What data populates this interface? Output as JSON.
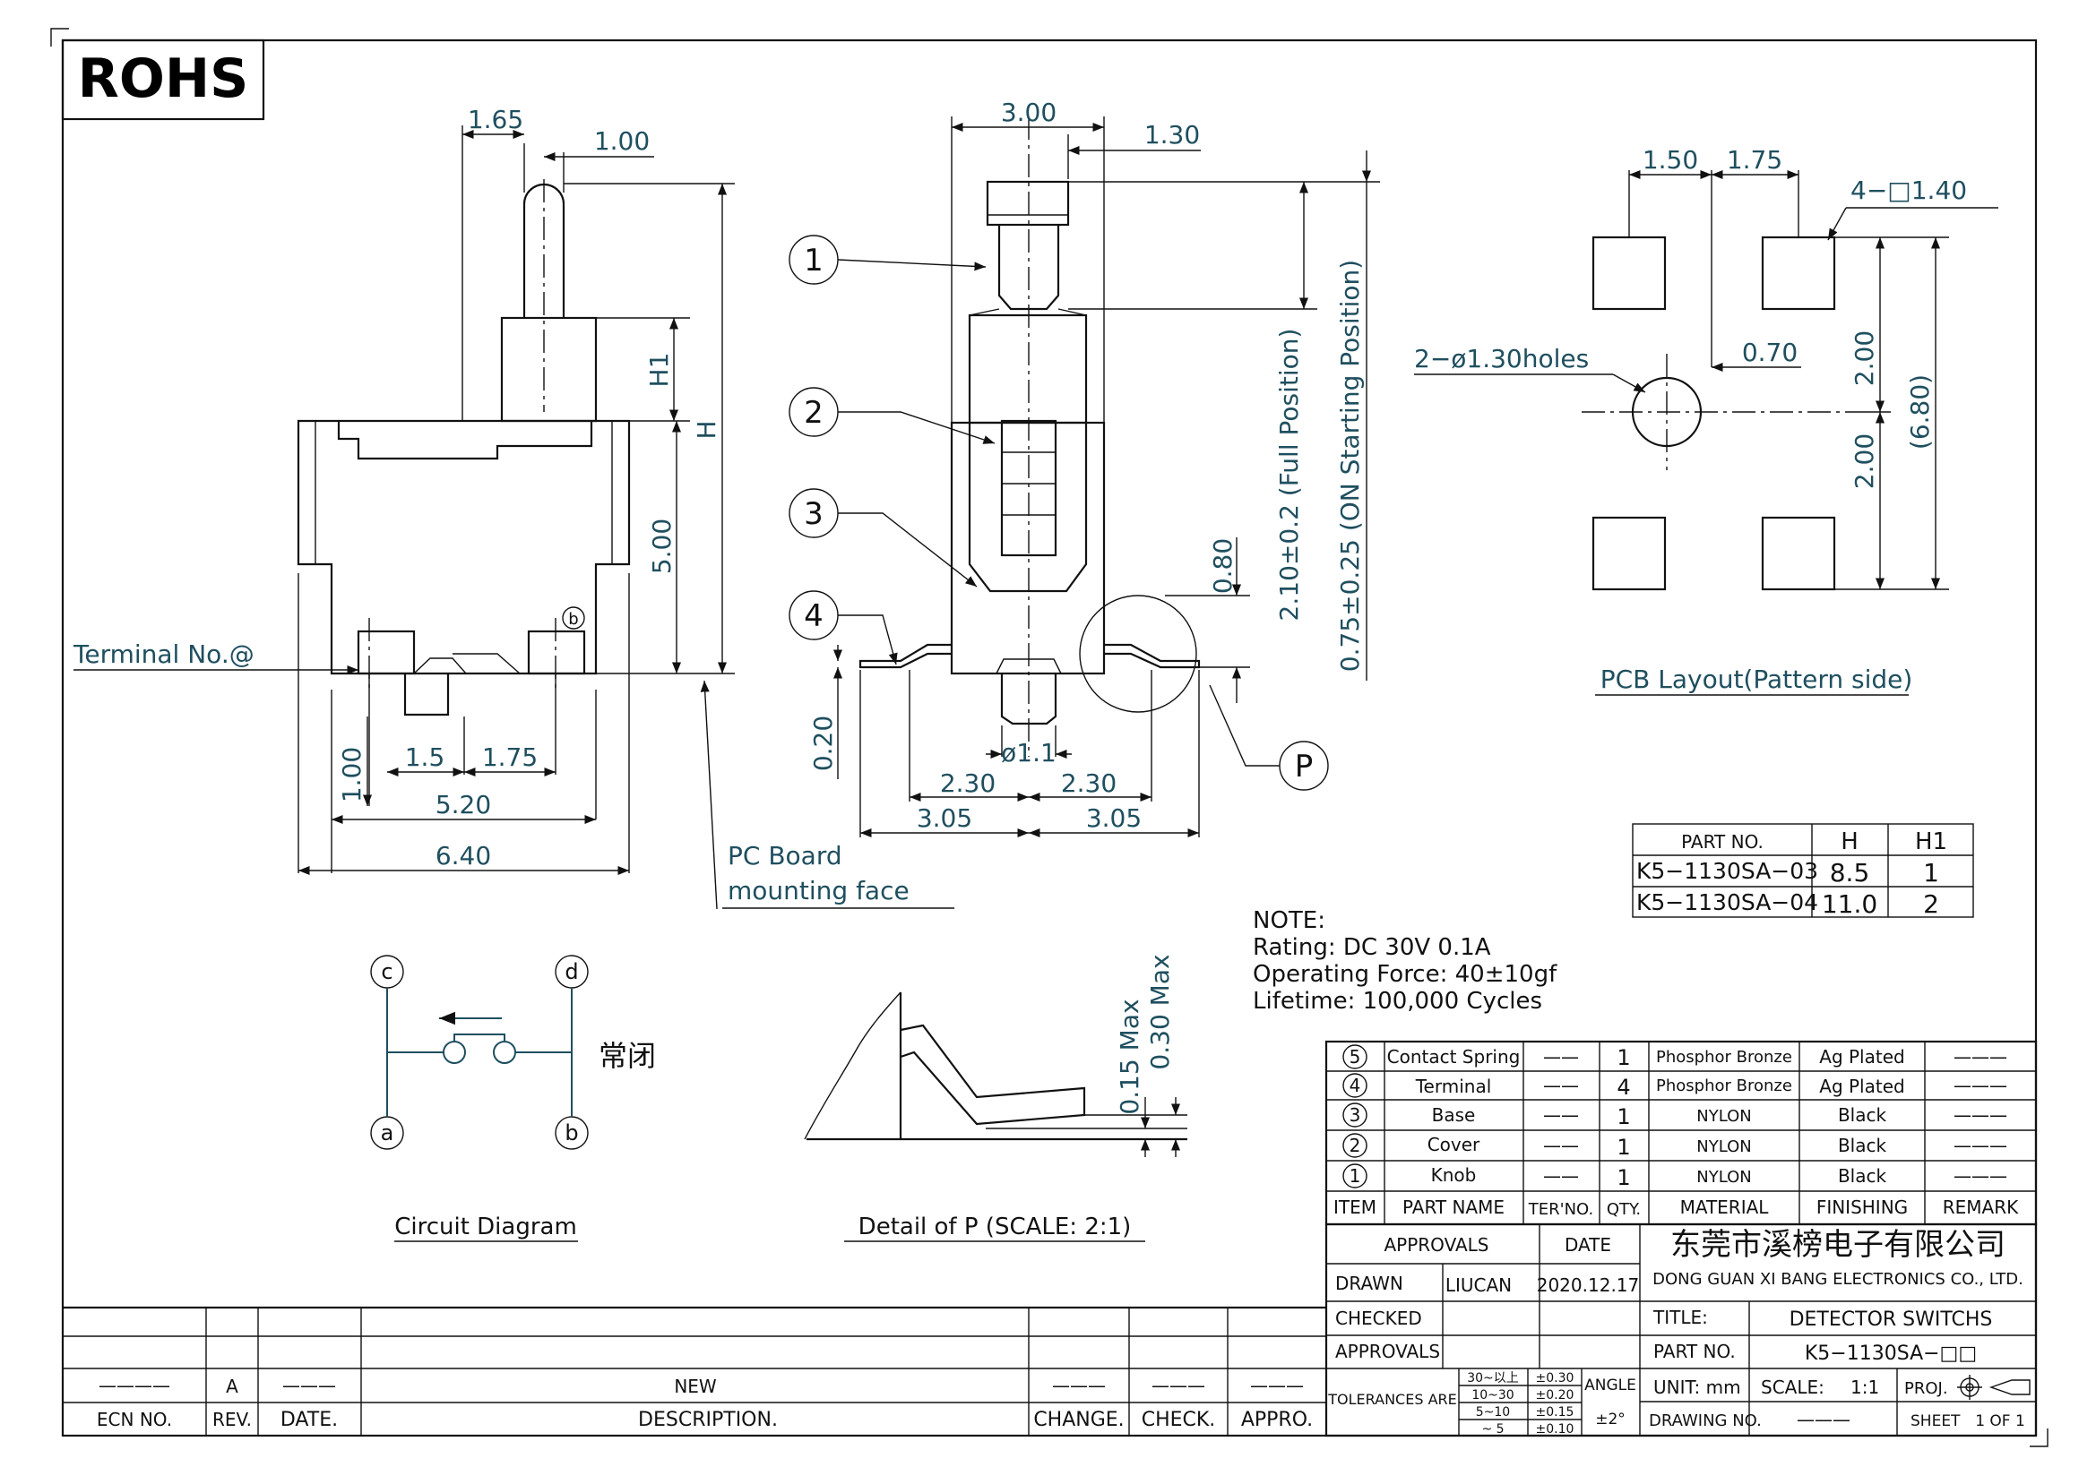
{
  "rohs_badge": "ROHS",
  "side_view": {
    "dims": {
      "d165": "1.65",
      "d100top": "1.00",
      "h1": "H1",
      "h": "H",
      "d500": "5.00",
      "d100side": "1.00",
      "d15": "1.5",
      "d175": "1.75",
      "d520": "5.20",
      "d640": "6.40"
    },
    "terminal_label": "Terminal No.@",
    "terminal_b": "b",
    "pc_board_1": "PC Board",
    "pc_board_2": "mounting face"
  },
  "section_view": {
    "dims": {
      "d300": "3.00",
      "d130": "1.30",
      "d080": "0.80",
      "d020": "0.20",
      "d11": "ø1.1",
      "d230l": "2.30",
      "d230r": "2.30",
      "d305l": "3.05",
      "d305r": "3.05",
      "full_pos": "2.10±0.2 (Full Position)",
      "on_pos": "0.75±0.25 (ON Starting Position)"
    },
    "callouts": [
      "1",
      "2",
      "3",
      "4"
    ],
    "detail_marker": "P"
  },
  "pcb_layout": {
    "d150": "1.50",
    "d175": "1.75",
    "pads": "4−□1.40",
    "holes": "2−ø1.30holes",
    "d070": "0.70",
    "d200a": "2.00",
    "d200b": "2.00",
    "d680": "(6.80)",
    "caption": "PCB Layout(Pattern side)"
  },
  "part_table": {
    "headers": [
      "PART NO.",
      "H",
      "H1"
    ],
    "rows": [
      [
        "K5−1130SA−03",
        "8.5",
        "1"
      ],
      [
        "K5−1130SA−04",
        "11.0",
        "2"
      ]
    ]
  },
  "note": {
    "title": "NOTE:",
    "lines": [
      "Rating: DC 30V 0.1A",
      "Operating Force: 40±10gf",
      "Lifetime: 100,000 Cycles"
    ]
  },
  "circuit": {
    "caption": "Circuit Diagram",
    "terminals": [
      "c",
      "d",
      "a",
      "b"
    ],
    "normally_closed": "常闭"
  },
  "detail": {
    "caption": "Detail of P (SCALE: 2:1)",
    "d015": "0.15 Max",
    "d030": "0.30 Max"
  },
  "bom": {
    "rows": [
      {
        "item": "5",
        "name": "Contact Spring",
        "ter": "——",
        "qty": "1",
        "material": "Phosphor Bronze",
        "finish": "Ag Plated",
        "remark": "———"
      },
      {
        "item": "4",
        "name": "Terminal",
        "ter": "——",
        "qty": "4",
        "material": "Phosphor Bronze",
        "finish": "Ag Plated",
        "remark": "———"
      },
      {
        "item": "3",
        "name": "Base",
        "ter": "——",
        "qty": "1",
        "material": "NYLON",
        "finish": "Black",
        "remark": "———"
      },
      {
        "item": "2",
        "name": "Cover",
        "ter": "——",
        "qty": "1",
        "material": "NYLON",
        "finish": "Black",
        "remark": "———"
      },
      {
        "item": "1",
        "name": "Knob",
        "ter": "——",
        "qty": "1",
        "material": "NYLON",
        "finish": "Black",
        "remark": "———"
      }
    ],
    "headers": {
      "item": "ITEM",
      "name": "PART NAME",
      "ter": "TER'NO.",
      "qty": "QTY.",
      "material": "MATERIAL",
      "finish": "FINISHING",
      "remark": "REMARK"
    }
  },
  "title_block": {
    "approvals": "APPROVALS",
    "date": "DATE",
    "company_cn": "东莞市溪榜电子有限公司",
    "company_en": "DONG GUAN XI BANG ELECTRONICS CO., LTD.",
    "drawn": "DRAWN",
    "drawn_by": "LIUCAN",
    "drawn_date": "2020.12.17",
    "checked": "CHECKED",
    "approvals2": "APPROVALS",
    "title_label": "TITLE:",
    "title_value": "DETECTOR SWITCHS",
    "part_label": "PART NO.",
    "part_value": "K5−1130SA−□□",
    "tol_label": "TOLERANCES ARE",
    "tol_ranges": [
      "30~以上",
      "10~30",
      "5~10",
      "~ 5"
    ],
    "tol_values": [
      "±0.30",
      "±0.20",
      "±0.15",
      "±0.10"
    ],
    "angle_label": "ANGLE",
    "angle_value": "±2°",
    "unit": "UNIT: mm",
    "scale_label": "SCALE:",
    "scale_value": "1:1",
    "proj": "PROJ.",
    "drawing_no": "DRAWING NO.",
    "drawing_no_value": "———",
    "sheet": "SHEET",
    "sheet_value": "1 OF 1"
  },
  "revision": {
    "row": {
      "ecn": "————",
      "rev": "A",
      "date": "———",
      "desc": "NEW",
      "change": "———",
      "check": "———",
      "appro": "———"
    },
    "headers": {
      "ecn": "ECN NO.",
      "rev": "REV.",
      "date": "DATE.",
      "desc": "DESCRIPTION.",
      "change": "CHANGE.",
      "check": "CHECK.",
      "appro": "APPRO."
    }
  }
}
